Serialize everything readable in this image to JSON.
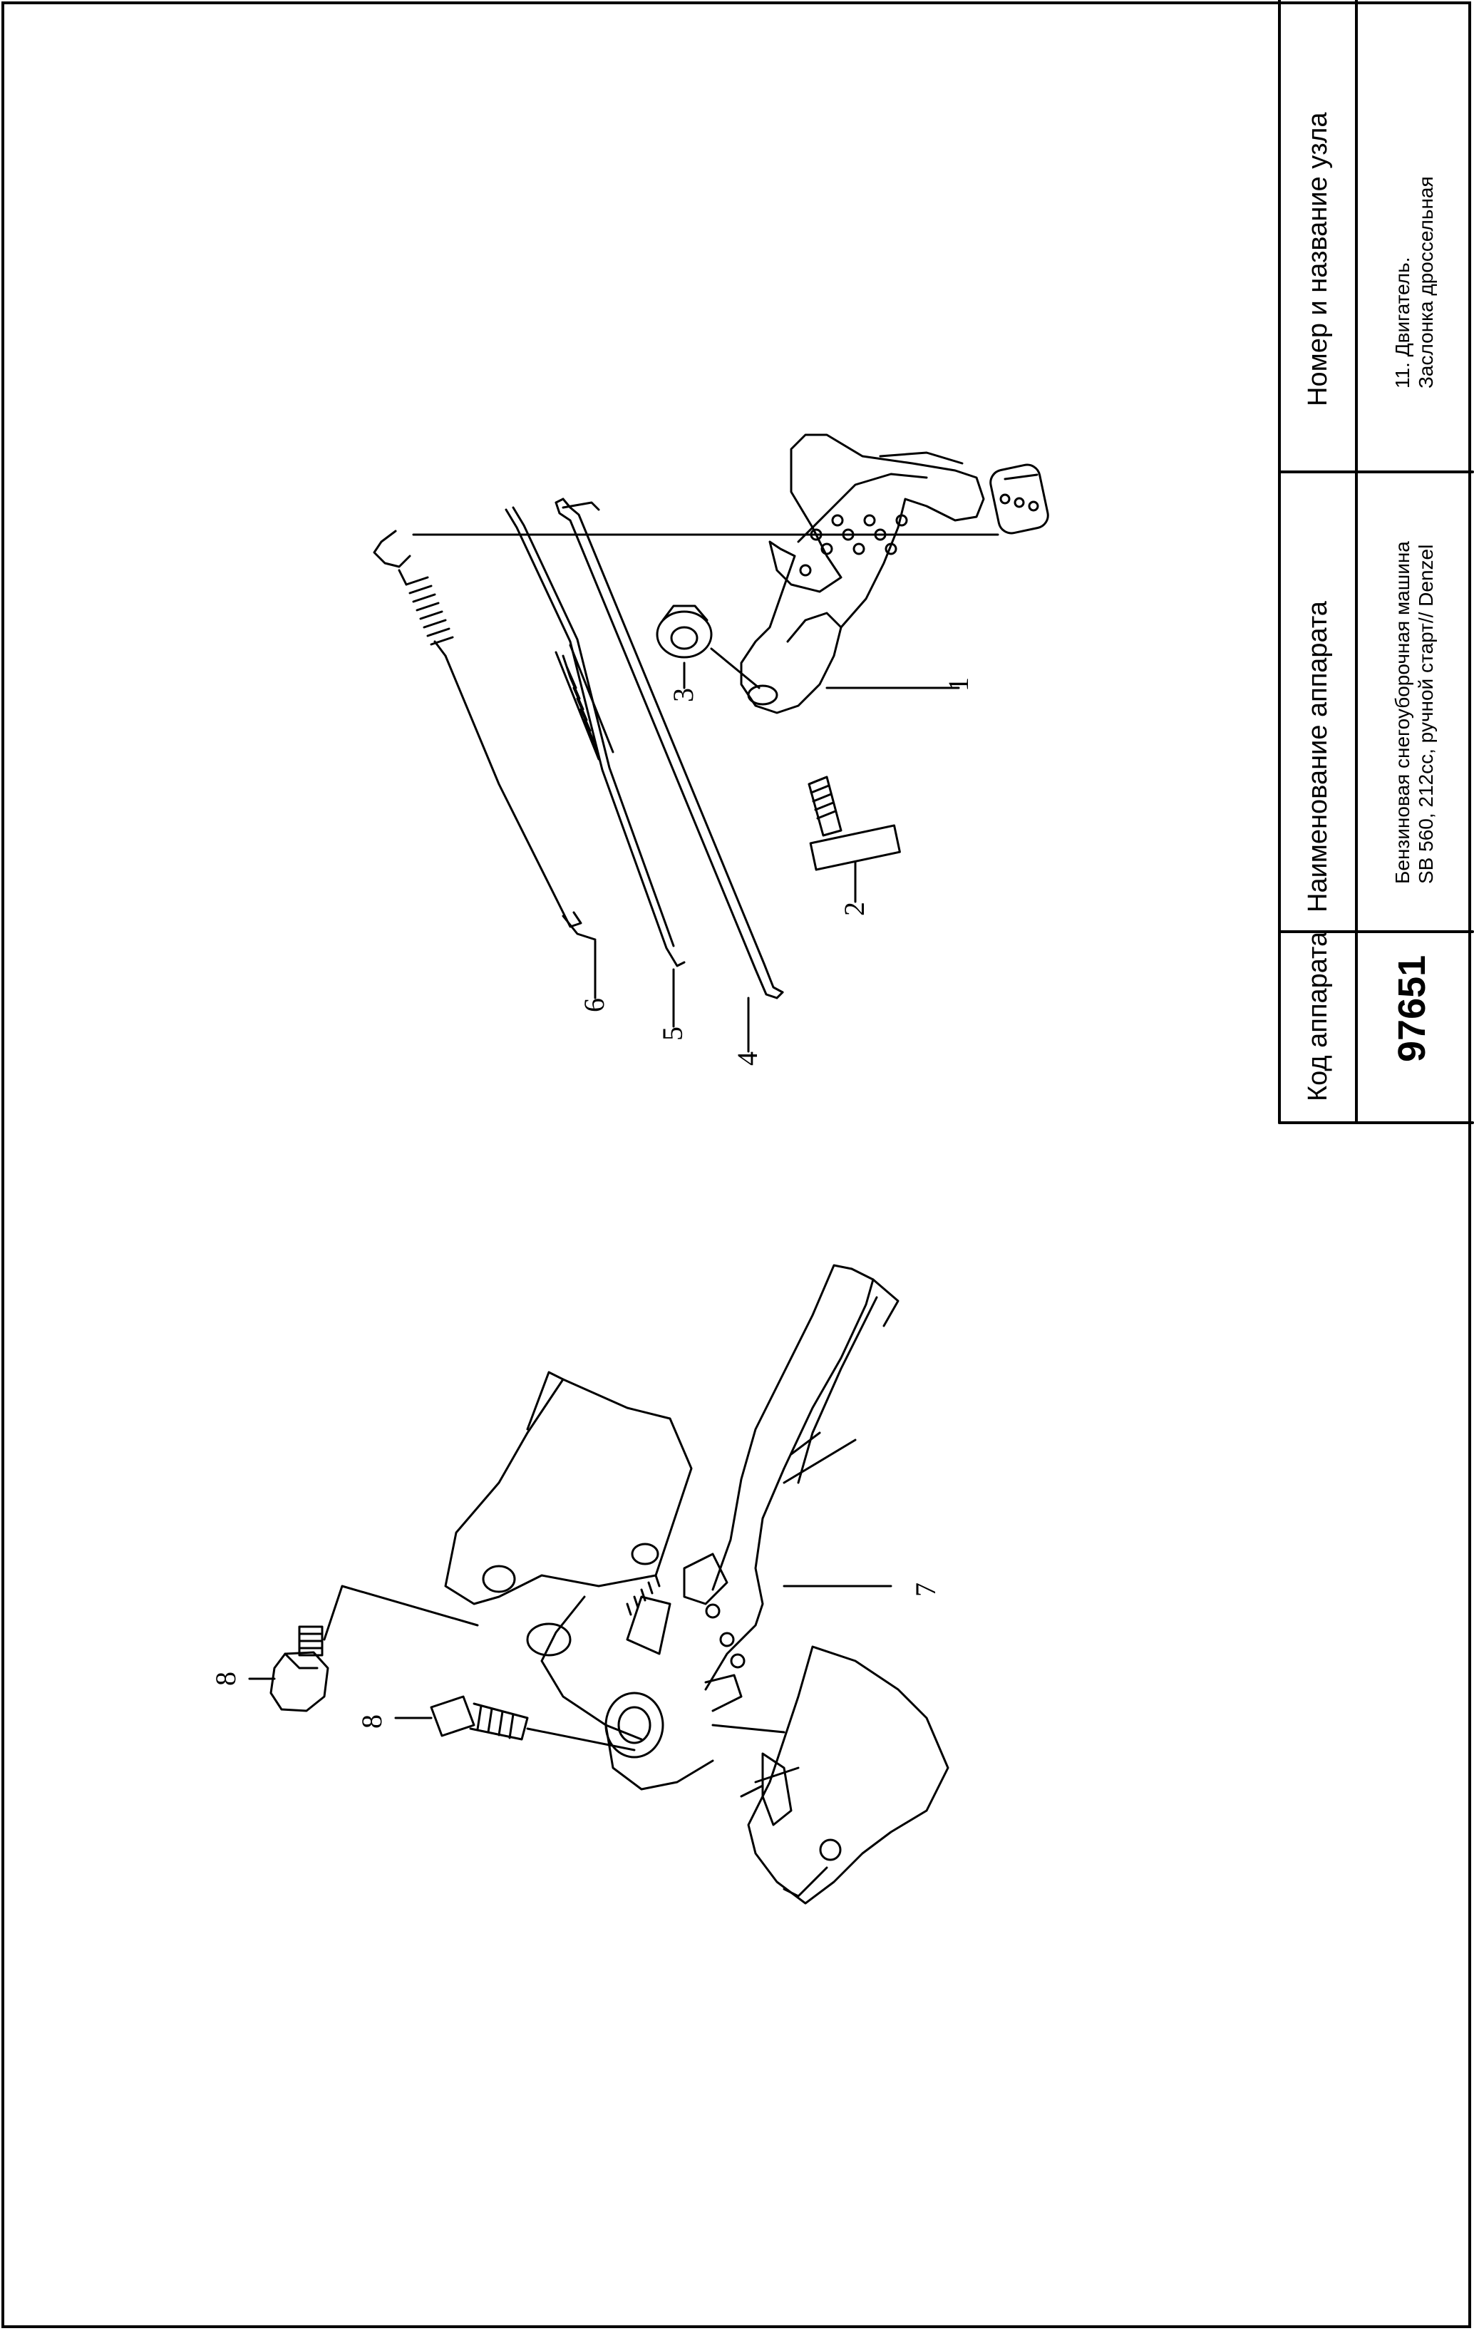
{
  "title_block": {
    "col_code": {
      "header": "Код аппарата",
      "value": "97651"
    },
    "col_name": {
      "header": "Наименование аппарата",
      "line1": "Бензиновая снегоуборочная машина",
      "line2": "SB 560, 212сс, ручной старт// Denzel"
    },
    "col_unit": {
      "header": "Номер и название узла",
      "line1": "11. Двигатель.",
      "line2": "Заслонка дроссельная"
    }
  },
  "callouts": {
    "c1": "1",
    "c2": "2",
    "c3": "3",
    "c4": "4",
    "c5": "5",
    "c6": "6",
    "c7": "7",
    "c8a": "8",
    "c8b": "8"
  }
}
